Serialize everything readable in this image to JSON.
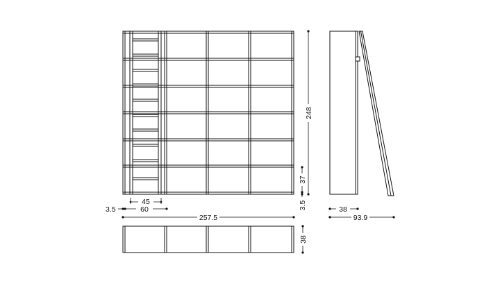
{
  "dimensions": {
    "ladder_rung_width": "45",
    "column_width": "60",
    "side_post": "3.5",
    "total_width": "257.5",
    "total_height": "248",
    "bottom_shelf_height": "37",
    "plinth_height": "3.5",
    "depth": "38",
    "depth_with_ladder": "93.9",
    "plan_depth": "38"
  }
}
